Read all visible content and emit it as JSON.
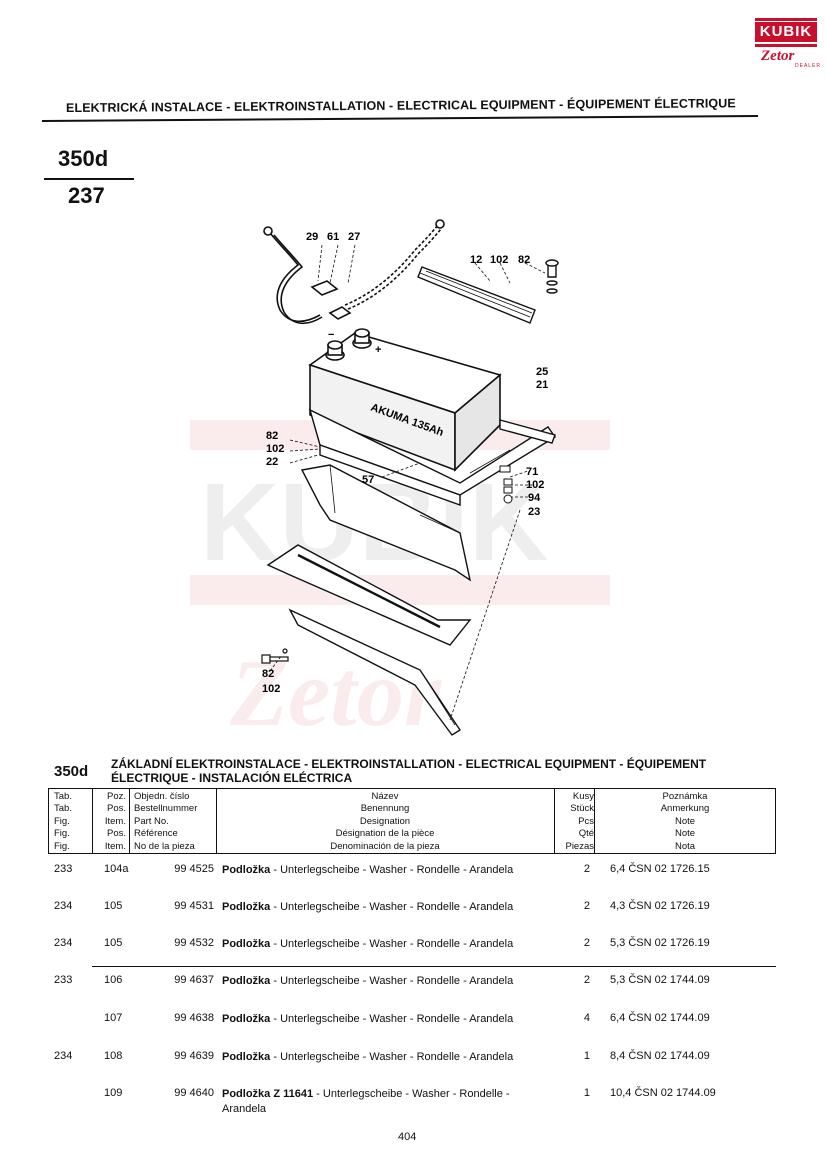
{
  "logo": {
    "brand": "KUBIK",
    "sub_brand": "Zetor",
    "sub_caption": "DEALER"
  },
  "header": {
    "title": "ELEKTRICKÁ INSTALACE - ELEKTROINSTALLATION - ELECTRICAL EQUIPMENT - ÉQUIPEMENT ÉLECTRIQUE",
    "model_code": "350d",
    "tab_number": "237"
  },
  "diagram": {
    "battery_label": "AKUMA 135Ah",
    "terminal_minus": "−",
    "terminal_plus": "+",
    "callouts": {
      "c29": "29",
      "c61": "61",
      "c27": "27",
      "c12": "12",
      "c102a": "102",
      "c82a": "82",
      "c25": "25",
      "c21": "21",
      "c82b": "82",
      "c102b": "102",
      "c22": "22",
      "c57": "57",
      "c71": "71",
      "c102c": "102",
      "c94": "94",
      "c23": "23",
      "c82c": "82",
      "c102d": "102"
    }
  },
  "section": {
    "code": "350d",
    "title_line1": "ZÁKLADNÍ ELEKTROINSTALACE - ELEKTROINSTALLATION - ELECTRICAL EQUIPMENT - ÉQUIPEMENT",
    "title_line2": "ÉLECTRIQUE - INSTALACIÓN ELÉCTRICA"
  },
  "table_header": {
    "tab": [
      "Tab.",
      "Tab.",
      "Fig.",
      "Fig.",
      "Fig."
    ],
    "pos": [
      "Poz.",
      "Pos.",
      "Item.",
      "Pos.",
      "Item."
    ],
    "part": [
      "Objedn. číslo",
      "Bestellnummer",
      "Part No.",
      "Référence",
      "No de la pieza"
    ],
    "name": [
      "Název",
      "Benennung",
      "Designation",
      "Désignation de la pièce",
      "Denominación de la pieza"
    ],
    "qty": [
      "Kusy",
      "Stück",
      "Pcs",
      "Qté",
      "Piezas"
    ],
    "note": [
      "Poznámka",
      "Anmerkung",
      "Note",
      "Note",
      "Nota"
    ]
  },
  "rows": [
    {
      "tab": "233",
      "pos": "104a",
      "part": "99 4525",
      "name_bold": "Podložka",
      "name_rest": " - Unterlegscheibe - Washer - Rondelle - Arandela",
      "qty": "2",
      "note": "6,4 ČSN 02 1726.15"
    },
    {
      "tab": "234",
      "pos": "105",
      "part": "99 4531",
      "name_bold": "Podložka",
      "name_rest": " - Unterlegscheibe - Washer - Rondelle - Arandela",
      "qty": "2",
      "note": "4,3 ČSN 02 1726.19"
    },
    {
      "tab": "234",
      "pos": "105",
      "part": "99 4532",
      "name_bold": "Podložka",
      "name_rest": " - Unterlegscheibe - Washer - Rondelle - Arandela",
      "qty": "2",
      "note": "5,3 ČSN 02 1726.19"
    },
    {
      "tab": "233",
      "pos": "106",
      "part": "99 4637",
      "name_bold": "Podložka",
      "name_rest": " - Unterlegscheibe - Washer - Rondelle - Arandela",
      "qty": "2",
      "note": "5,3 ČSN 02 1744.09"
    },
    {
      "tab": "",
      "pos": "107",
      "part": "99 4638",
      "name_bold": "Podložka",
      "name_rest": " - Unterlegscheibe - Washer - Rondelle - Arandela",
      "qty": "4",
      "note": "6,4 ČSN 02 1744.09"
    },
    {
      "tab": "234",
      "pos": "108",
      "part": "99 4639",
      "name_bold": "Podložka",
      "name_rest": " - Unterlegscheibe - Washer - Rondelle - Arandela",
      "qty": "1",
      "note": "8,4 ČSN 02 1744.09"
    },
    {
      "tab": "",
      "pos": "109",
      "part": "99 4640",
      "name_bold": "Podložka Z 11641",
      "name_rest": " - Unterlegscheibe - Washer - Rondelle - Arandela",
      "qty": "1",
      "note": "10,4 ČSN 02 1744.09"
    }
  ],
  "page_number": "404"
}
